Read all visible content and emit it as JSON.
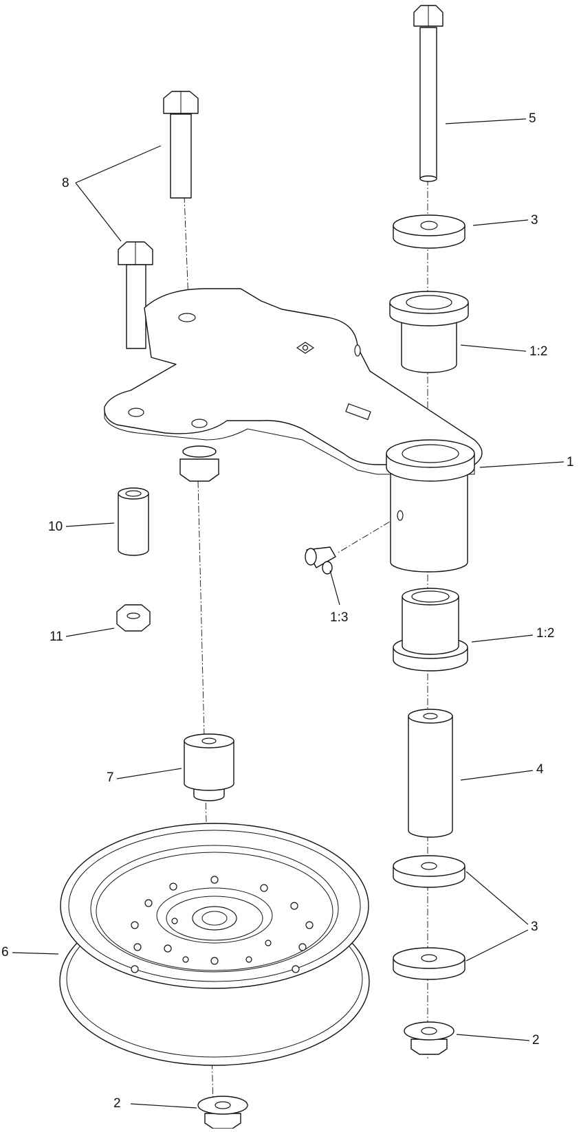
{
  "callouts": {
    "c1": "1",
    "c1_2_top": "1:2",
    "c1_2_bottom": "1:2",
    "c1_3": "1:3",
    "c2_right": "2",
    "c2_bottom": "2",
    "c3_top": "3",
    "c3_lower": "3",
    "c4": "4",
    "c5": "5",
    "c6": "6",
    "c7": "7",
    "c8": "8",
    "c10": "10",
    "c11": "11"
  }
}
